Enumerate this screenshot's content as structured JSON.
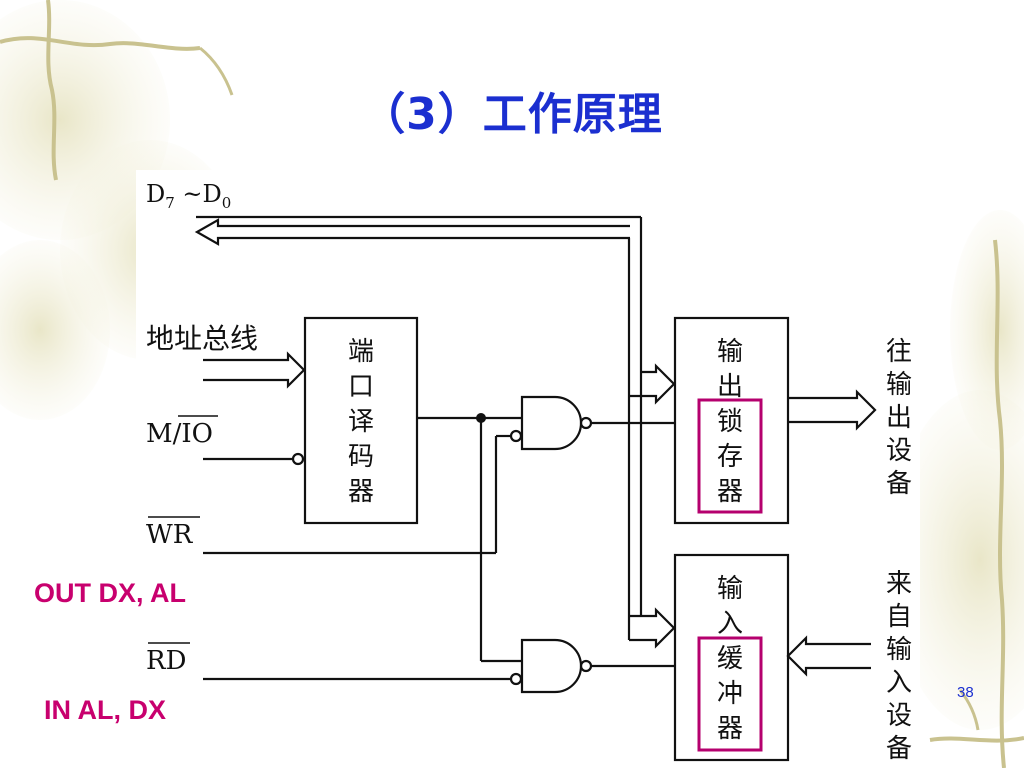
{
  "title": "（3）工作原理",
  "diagram": {
    "data_bus_prefix": "D",
    "data_bus_sub_high": "7",
    "data_bus_mid": " ~D",
    "data_bus_sub_low": "0",
    "address_bus_label": "地址总线",
    "m_io_prefix": "M/",
    "m_io_overbar": "IO",
    "wr_label": "WR",
    "rd_label": "RD",
    "decoder_chars": [
      "端",
      "口",
      "译",
      "码",
      "器"
    ],
    "output_latch_chars": [
      "输",
      "出",
      "锁",
      "存",
      "器"
    ],
    "input_buffer_chars": [
      "输",
      "入",
      "缓",
      "冲",
      "器"
    ],
    "to_output_device_chars": [
      "往",
      "输",
      "出",
      "设",
      "备"
    ],
    "from_input_device_chars": [
      "来",
      "自",
      "输",
      "入",
      "设",
      "备"
    ]
  },
  "instructions": {
    "out": "OUT  DX, AL",
    "in": "IN AL, DX"
  },
  "page_number": "38",
  "colors": {
    "title": "#1b2fd0",
    "instruction": "#c8006e",
    "highlight_box": "#b5006e",
    "line": "#111111"
  }
}
